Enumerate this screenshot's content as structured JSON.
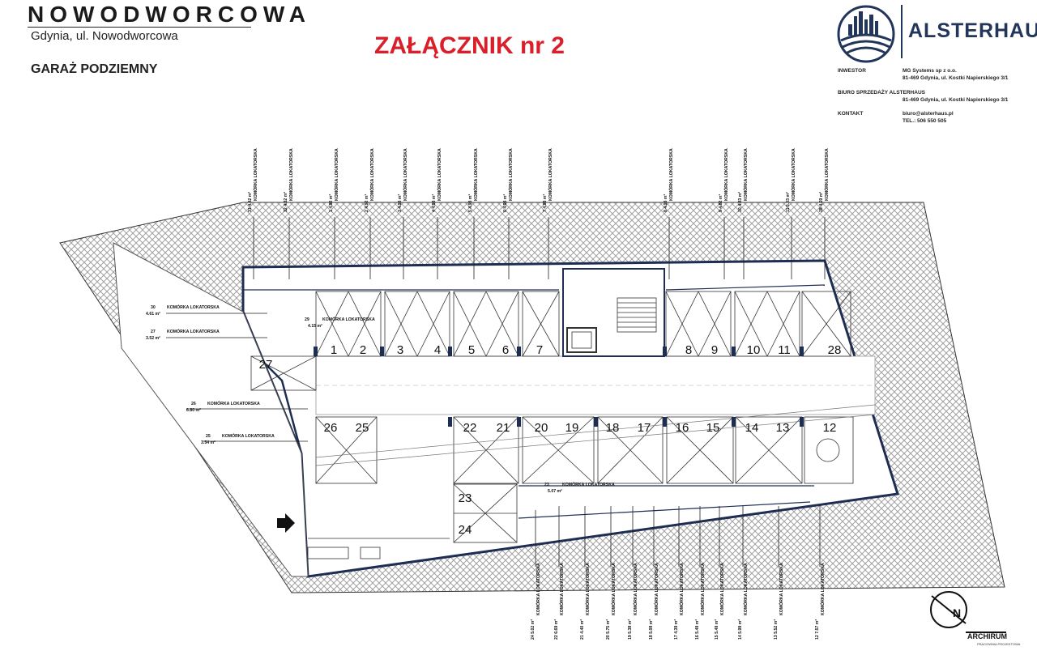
{
  "header": {
    "title": "NOWODWORCOWA",
    "subtitle": "Gdynia, ul. Nowodworcowa",
    "level": "GARAŻ PODZIEMNY"
  },
  "annex": "ZAŁĄCZNIK nr 2",
  "brand": {
    "name": "ALSTERHAUS",
    "accent": "#22355a"
  },
  "info": {
    "investor_label": "INWESTOR",
    "investor_name": "MG Systems sp z o.o.",
    "investor_address": "81-469 Gdynia, ul. Kostki Napierskiego 3/1",
    "sales_label": "BIURO SPRZEDAŻY ALSTERHAUS",
    "sales_address": "81-469 Gdynia, ul. Kostki Napierskiego 3/1",
    "contact_label": "KONTAKT",
    "email": "biuro@alsterhaus.pl",
    "phone": "TEL.: 506 550 505"
  },
  "spots_top": [
    "1",
    "2",
    "3",
    "4",
    "5",
    "6",
    "7",
    "8",
    "9",
    "10",
    "11",
    "28"
  ],
  "spots_mid": [
    "26",
    "25",
    "22",
    "21",
    "20",
    "19",
    "18",
    "17",
    "16",
    "15",
    "14",
    "13",
    "12"
  ],
  "spots_left": [
    "27",
    "23",
    "24"
  ],
  "storage_top": [
    {
      "num": "31",
      "area": "4.42 m²"
    },
    {
      "num": "32",
      "area": "4.32 m²"
    },
    {
      "num": "1",
      "area": "4.92 m²"
    },
    {
      "num": "2",
      "area": "4.92 m²"
    },
    {
      "num": "3",
      "area": "4.93 m²"
    },
    {
      "num": "4",
      "area": "4.93 m²"
    },
    {
      "num": "5",
      "area": "4.93 m²"
    },
    {
      "num": "6",
      "area": "4.93 m²"
    },
    {
      "num": "7",
      "area": "4.93 m²"
    },
    {
      "num": "8",
      "area": "4.93 m²"
    },
    {
      "num": "9",
      "area": "4.82 m²"
    },
    {
      "num": "10",
      "area": "4.83 m²"
    },
    {
      "num": "11",
      "area": "5.03 m²"
    },
    {
      "num": "28",
      "area": "4.69 m²"
    }
  ],
  "storage_bottom": [
    {
      "num": "24",
      "area": "5.02 m²"
    },
    {
      "num": "22",
      "area": "6.69 m²"
    },
    {
      "num": "21",
      "area": "4.40 m²"
    },
    {
      "num": "20",
      "area": "5.75 m²"
    },
    {
      "num": "19",
      "area": "5.38 m²"
    },
    {
      "num": "18",
      "area": "5.08 m²"
    },
    {
      "num": "17",
      "area": "4.39 m²"
    },
    {
      "num": "16",
      "area": "5.49 m²"
    },
    {
      "num": "15",
      "area": "5.49 m²"
    },
    {
      "num": "14",
      "area": "5.99 m²"
    },
    {
      "num": "13",
      "area": "5.52 m²"
    },
    {
      "num": "12",
      "area": "7.57 m²"
    }
  ],
  "storage_word": "KOMÓRKA LOKATORSKA",
  "storage_left": [
    {
      "num": "30",
      "label": "KOMÓRKA LOKATORSKA",
      "area": "4.61 m²"
    },
    {
      "num": "27",
      "label": "KOMÓRKA LOKATORSKA",
      "area": "3.52 m²"
    },
    {
      "num": "26",
      "label": "KOMÓRKA LOKATORSKA",
      "area": "6.80 m²"
    },
    {
      "num": "25",
      "label": "KOMÓRKA LOKATORSKA",
      "area": "3.54 m²"
    }
  ],
  "storage_inside": [
    {
      "num": "29",
      "label": "KOMÓRKA LOKATORSKA",
      "area": "4.15 m²"
    },
    {
      "num": "23",
      "label": "KOMÓRKA LOKATORSKA",
      "area": "5.07 m²"
    }
  ],
  "footer": {
    "architect": "ARCHIRUM",
    "architect_sub": "PRACOWNIA PROJEKTOWA"
  },
  "colors": {
    "wall": "#1e2d52",
    "hatch": "#9a9a9a",
    "annex": "#d9202a"
  }
}
